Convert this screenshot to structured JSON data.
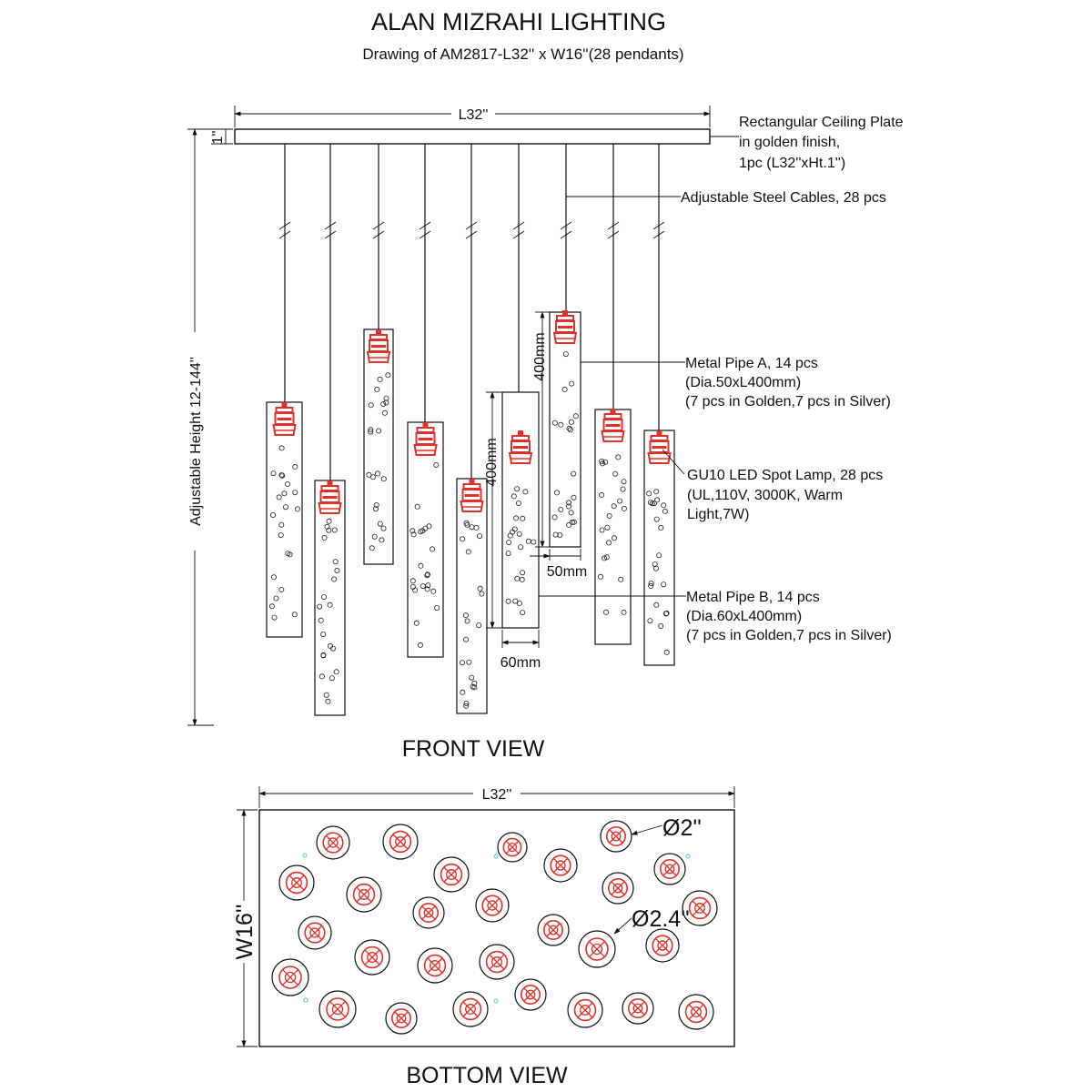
{
  "header": {
    "title": "ALAN MIZRAHI LIGHTING",
    "subtitle": "Drawing of AM2817-L32'' x W16''(28 pendants)"
  },
  "front_view": {
    "view_label": "FRONT VIEW",
    "plate_length_label": "L32''",
    "plate_height_label": "1''",
    "adjustable_height_label": "Adjustable Height 12-144''",
    "pipe_length_a_label": "400mm",
    "pipe_length_b_label": "400mm",
    "pipe_a_width_label": "50mm",
    "pipe_b_width_label": "60mm",
    "callouts": {
      "plate": [
        "Rectangular Ceiling Plate",
        "in golden finish,",
        "1pc (L32''xHt.1'')"
      ],
      "cables": [
        "Adjustable Steel Cables, 28 pcs"
      ],
      "pipe_a": [
        "Metal Pipe A, 14 pcs",
        "(Dia.50xL400mm)",
        "(7 pcs in Golden,7 pcs in Silver)"
      ],
      "lamp": [
        "GU10 LED Spot Lamp, 28 pcs",
        "(UL,110V, 3000K, Warm",
        "Light,7W)"
      ],
      "pipe_b": [
        "Metal Pipe B, 14 pcs",
        "(Dia.60xL400mm)",
        "(7 pcs in Golden,7 pcs in Silver)"
      ]
    }
  },
  "bottom_view": {
    "view_label": "BOTTOM VIEW",
    "length_label": "L32''",
    "width_label": "W16''",
    "small_diameter_label": "Ø2''",
    "large_diameter_label": "Ø2.4''"
  },
  "colors": {
    "lamp_red": "#e0312b",
    "line": "#111111",
    "marker_cyan": "#6ad0e6"
  }
}
